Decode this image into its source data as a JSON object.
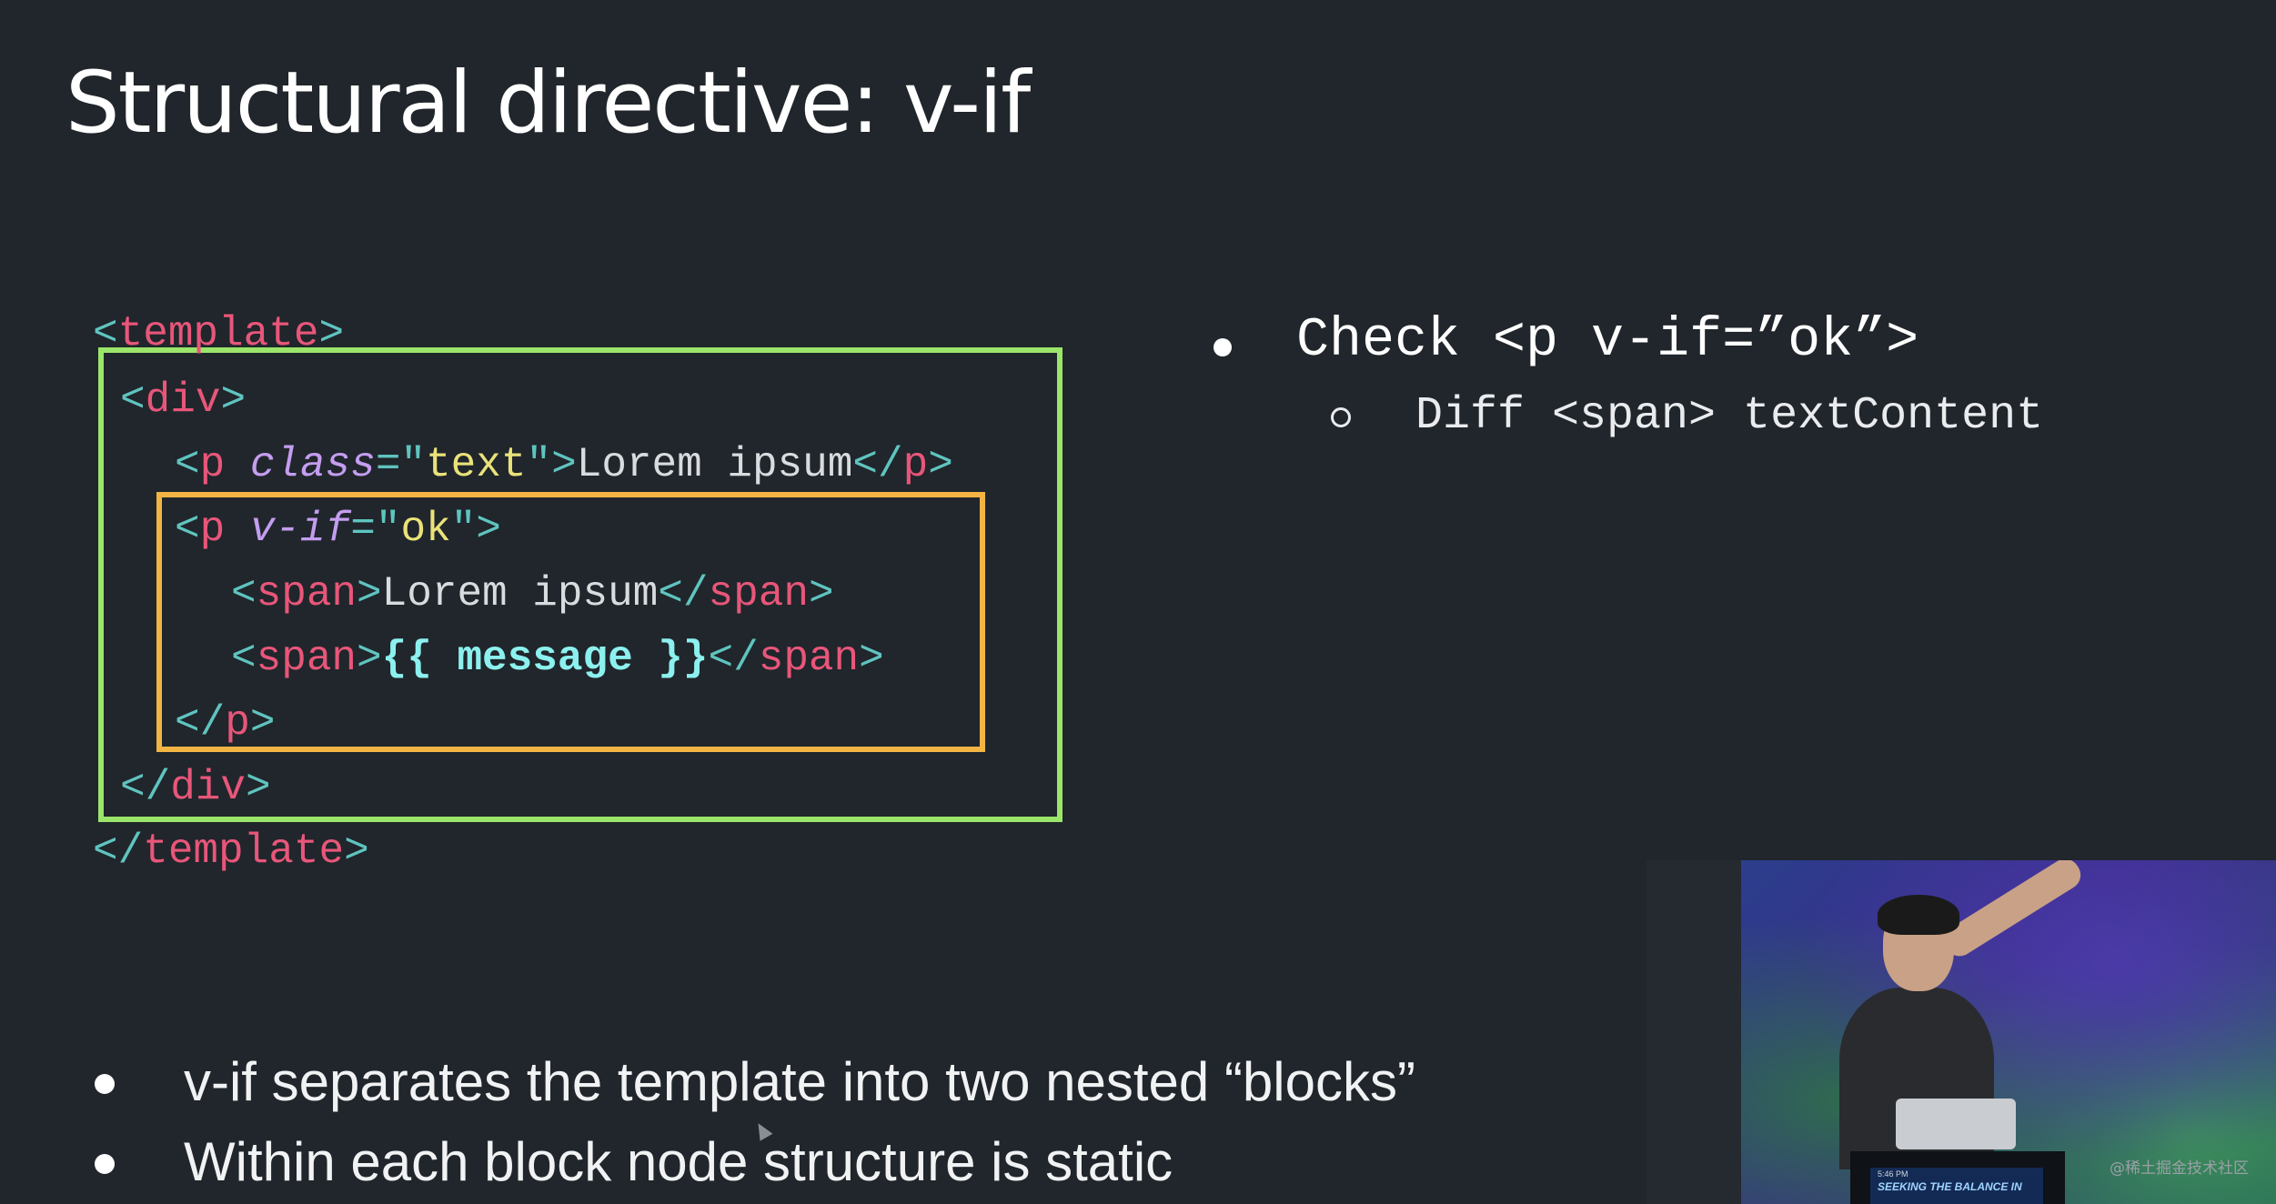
{
  "slide": {
    "title": "Structural directive: v-if"
  },
  "code": {
    "template_open_tag": "template",
    "div_open_tag": "div",
    "p_tag": "p",
    "class_attr": "class",
    "class_value": "text",
    "lorem": "Lorem ipsum",
    "vif_attr": "v-if",
    "vif_value": "ok",
    "span_tag": "span",
    "mustache": "{{ message }}",
    "div_close_tag": "div",
    "template_close_tag": "template"
  },
  "right_bullets": {
    "item1": "Check <p v-if=”ok”>",
    "item1_sub": "Diff <span> textContent"
  },
  "bottom_bullets": [
    "v-if separates the template into two nested “blocks”",
    "Within each block node structure is static"
  ],
  "video": {
    "podium_time": "5:46 PM",
    "podium_text": "SEEKING THE BALANCE IN"
  },
  "watermark": "@稀土掘金技术社区",
  "colors": {
    "background": "#20262b",
    "green_box": "#9be56a",
    "orange_box": "#f2b544",
    "tag": "#e8567a",
    "punctuation": "#5fc4c0"
  }
}
